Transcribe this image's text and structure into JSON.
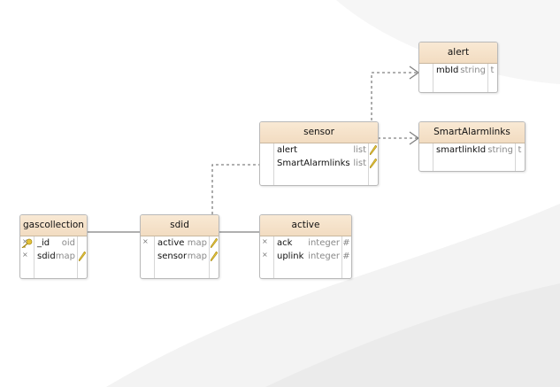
{
  "diagram": {
    "entities": {
      "alert": {
        "title": "alert",
        "fields": [
          {
            "marker": "",
            "name": "mbId",
            "type": "string",
            "flag": "t"
          }
        ]
      },
      "sensor": {
        "title": "sensor",
        "fields": [
          {
            "marker": "",
            "name": "alert",
            "type": "list",
            "flag": "pencil-icon"
          },
          {
            "marker": "",
            "name": "SmartAlarmlinks",
            "type": "list",
            "flag": "pencil-icon"
          }
        ]
      },
      "smartalarmlinks": {
        "title": "SmartAlarmlinks",
        "fields": [
          {
            "marker": "",
            "name": "smartlinkId",
            "type": "string",
            "flag": "t"
          }
        ]
      },
      "gascollection": {
        "title": "gascollection",
        "fields": [
          {
            "marker": "×",
            "name": "_id",
            "type": "oid",
            "flag": "",
            "icon": "key-icon"
          },
          {
            "marker": "×",
            "name": "sdid",
            "type": "map",
            "flag": "pencil-icon"
          }
        ]
      },
      "sdid": {
        "title": "sdid",
        "fields": [
          {
            "marker": "×",
            "name": "active",
            "type": "map",
            "flag": "pencil-icon"
          },
          {
            "marker": "",
            "name": "sensor",
            "type": "map",
            "flag": "pencil-icon"
          }
        ]
      },
      "active": {
        "title": "active",
        "fields": [
          {
            "marker": "×",
            "name": "ack",
            "type": "integer",
            "flag": "#"
          },
          {
            "marker": "×",
            "name": "uplink",
            "type": "integer",
            "flag": "#"
          }
        ]
      }
    },
    "relations": [
      {
        "from": "gascollection",
        "to": "sdid",
        "style": "solid"
      },
      {
        "from": "sdid",
        "to": "active",
        "style": "solid"
      },
      {
        "from": "sdid",
        "to": "sensor",
        "style": "dashed"
      },
      {
        "from": "sensor",
        "to": "alert",
        "style": "dashed"
      },
      {
        "from": "sensor",
        "to": "smartalarmlinks",
        "style": "dashed"
      }
    ],
    "colors": {
      "header": "#f2dcc1",
      "border": "#b9b9b9",
      "connector": "#808080",
      "pencil": "#e3c23a"
    }
  }
}
